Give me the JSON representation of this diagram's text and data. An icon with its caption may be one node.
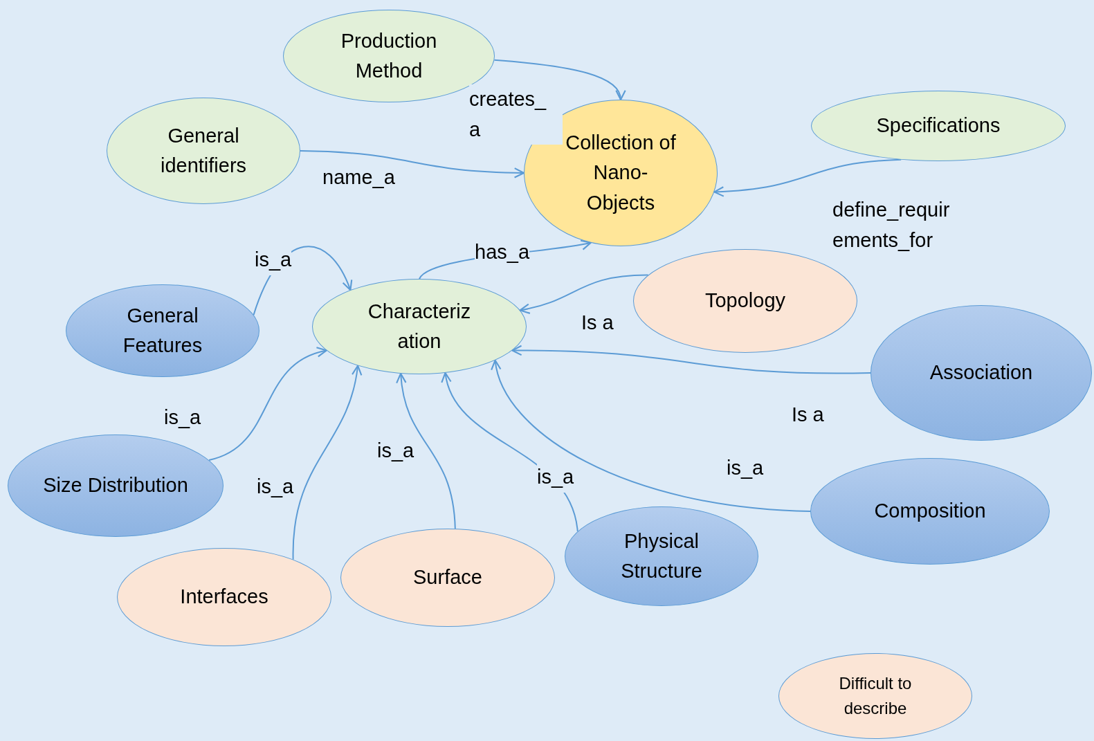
{
  "diagram": {
    "nodes": [
      {
        "text": [
          "Production Method"
        ]
      },
      {
        "text": [
          "General identifiers"
        ]
      },
      {
        "text": [
          "Collection of Nano-Objects"
        ]
      },
      {
        "text": [
          "Specifications"
        ]
      },
      {
        "text": [
          "Characteriz ation"
        ]
      },
      {
        "text": [
          "Topology"
        ]
      },
      {
        "text": [
          "General Features"
        ]
      },
      {
        "text": [
          "Association"
        ]
      },
      {
        "text": [
          "Size Distribution"
        ]
      },
      {
        "text": [
          "Composition"
        ]
      },
      {
        "text": [
          "Physical Structure"
        ]
      },
      {
        "text": [
          "Surface"
        ]
      },
      {
        "text": [
          "Interfaces"
        ]
      },
      {
        "text": [
          "Difficult to describe"
        ]
      }
    ],
    "edges": [
      {
        "from": 0,
        "to": 2,
        "arrow": "to",
        "label": "creates_ a"
      },
      {
        "from": 1,
        "to": 2,
        "arrow": "to",
        "label": "name_a"
      },
      {
        "from": 3,
        "to": 2,
        "arrow": "to",
        "label": "define_requir ements_for"
      },
      {
        "from": 4,
        "to": 2,
        "arrow": "to",
        "label": "has_a"
      },
      {
        "from": 5,
        "to": 4,
        "arrow": "to",
        "label": "Is a"
      },
      {
        "from": 6,
        "to": 4,
        "arrow": "to",
        "label": "is_a"
      },
      {
        "from": 7,
        "to": 4,
        "arrow": "to",
        "label": "Is a"
      },
      {
        "from": 8,
        "to": 4,
        "arrow": "to",
        "label": "is_a"
      },
      {
        "from": 12,
        "to": 4,
        "arrow": "to",
        "label": "is_a"
      },
      {
        "from": 11,
        "to": 4,
        "arrow": "to",
        "label": "is_a"
      },
      {
        "from": 10,
        "to": 4,
        "arrow": "to",
        "label": "is_a"
      },
      {
        "from": 9,
        "to": 4,
        "arrow": "to",
        "label": "is_a"
      }
    ]
  }
}
